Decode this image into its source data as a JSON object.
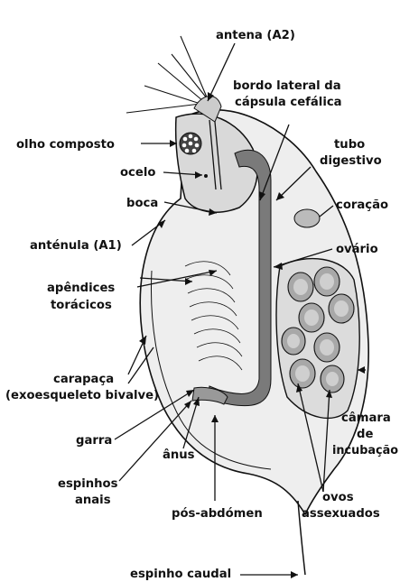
{
  "diagram": {
    "labels": {
      "antena": "antena (A2)",
      "bordo_lateral_1": "bordo lateral da",
      "bordo_lateral_2": "cápsula cefálica",
      "olho_composto": "olho composto",
      "tubo_digestivo_1": "tubo",
      "tubo_digestivo_2": "digestivo",
      "ocelo": "ocelo",
      "boca": "boca",
      "coracao": "coração",
      "antenula": "anténula (A1)",
      "ovario": "ovário",
      "apendices_1": "apêndices",
      "apendices_2": "torácicos",
      "carapaca_1": "carapaça",
      "carapaca_2": "(exoesqueleto bivalve)",
      "camara_1": "câmara",
      "camara_2": "de",
      "camara_3": "incubação",
      "garra": "garra",
      "anus": "ânus",
      "espinhos_1": "espinhos",
      "espinhos_2": "anais",
      "pos_abdomen": "pós-abdómen",
      "ovos_1": "ovos",
      "ovos_2": "assexuados",
      "espinho_caudal": "espinho caudal"
    },
    "colors": {
      "outline": "#111111",
      "carapace_fill": "#e8e8e8",
      "head_fill": "#d9d9d9",
      "gut_fill": "#7a7a7a",
      "egg_fill": "#a8a8a8",
      "egg_inner": "#cfcfcf",
      "brood_fill": "#dcdcdc"
    }
  }
}
